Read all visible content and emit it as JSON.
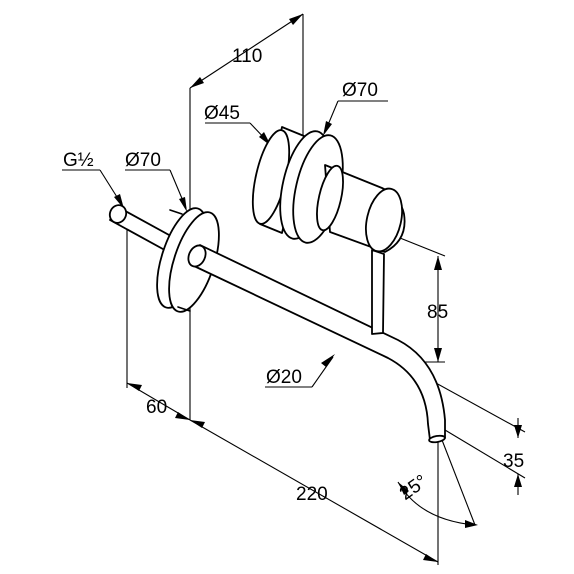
{
  "dimensions": {
    "overall_height": "110",
    "diameter_handle_plate": "Ø70",
    "diameter_body": "Ø45",
    "thread": "G½",
    "diameter_spout_plate": "Ø70",
    "handle_drop": "85",
    "diameter_spout": "Ø20",
    "offset": "60",
    "projection": "220",
    "spout_height": "35",
    "angle": "25°"
  }
}
